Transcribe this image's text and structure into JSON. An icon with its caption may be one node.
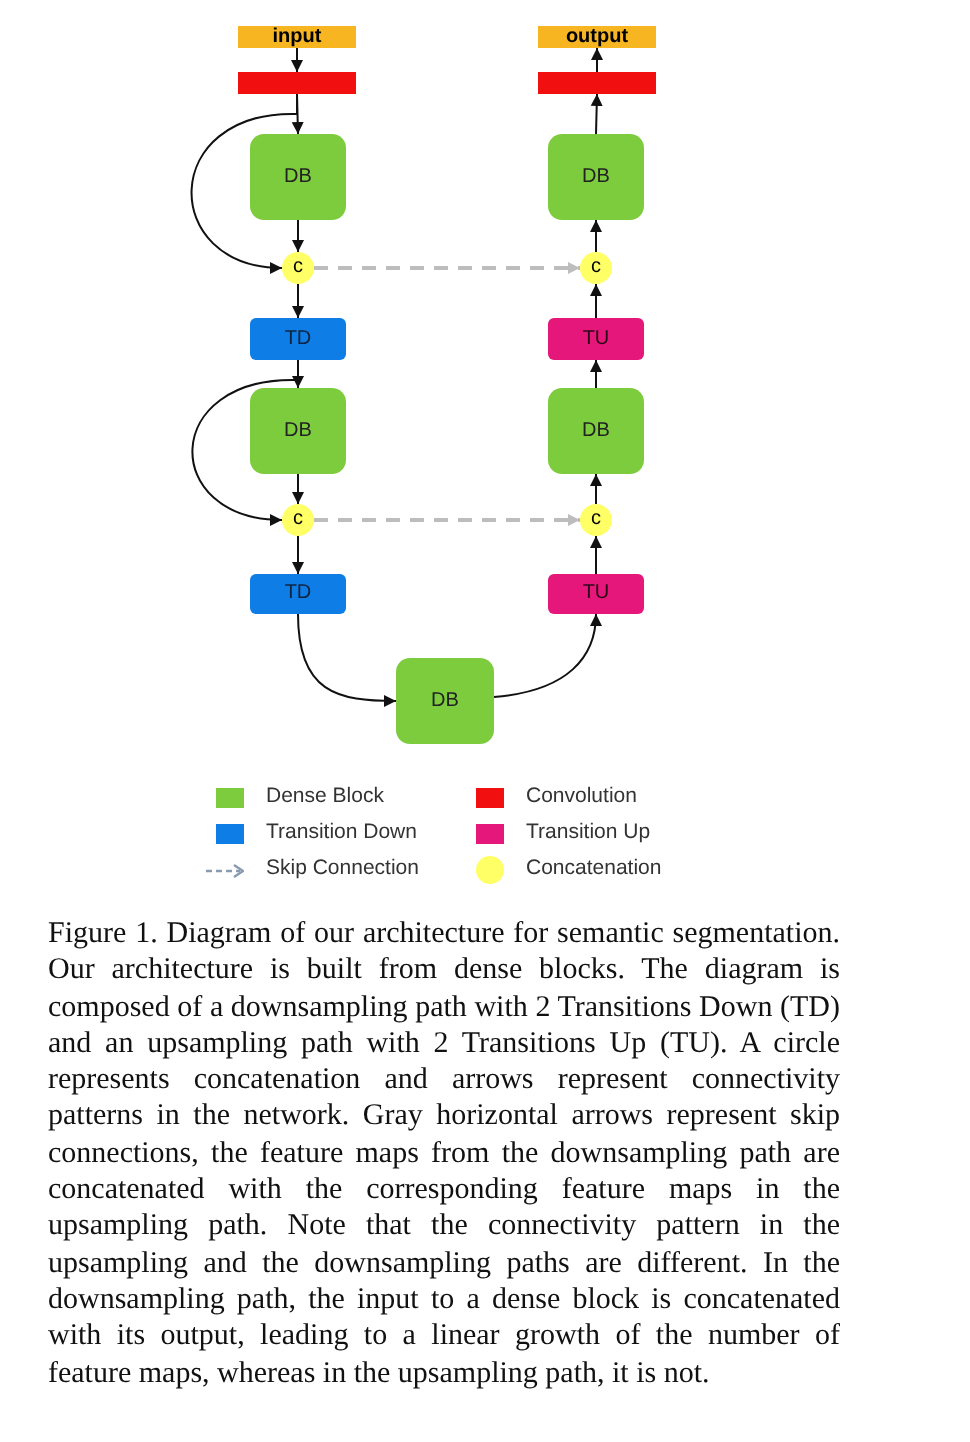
{
  "diagram": {
    "caption": "Figure 1. Diagram of our architecture for semantic segmentation. Our architecture is built from dense blocks. The diagram is composed of a downsampling path with 2 Transitions Down (TD) and an upsampling path with 2 Transitions Up (TU). A circle represents concatenation and arrows represent connectivity patterns in the network. Gray horizontal arrows represent skip connections, the feature maps from the downsampling path are concatenated with the corresponding feature maps in the upsampling path. Note that the connectivity pattern in the upsampling and the downsampling paths are different. In the downsampling path, the input to a dense block is concatenated with its output, leading to a linear growth of the number of feature maps, whereas in the upsampling path, it is not.",
    "nodes": [
      {
        "text": [
          "input"
        ]
      },
      {
        "text": [
          "output"
        ]
      },
      {
        "text": [],
        "shape": "box"
      },
      {
        "text": [],
        "shape": "box"
      },
      {
        "text": [
          "DB"
        ]
      },
      {
        "text": [
          "DB"
        ]
      },
      {
        "text": [
          "c"
        ]
      },
      {
        "text": [
          "c"
        ]
      },
      {
        "text": [
          "TD"
        ]
      },
      {
        "text": [
          "TU"
        ]
      },
      {
        "text": [
          "DB"
        ]
      },
      {
        "text": [
          "DB"
        ]
      },
      {
        "text": [
          "c"
        ]
      },
      {
        "text": [
          "c"
        ]
      },
      {
        "text": [
          "TD"
        ]
      },
      {
        "text": [
          "TU"
        ]
      },
      {
        "text": [
          "DB"
        ]
      }
    ],
    "edges": [
      {
        "from": 0,
        "to": 2,
        "arrow": "to"
      },
      {
        "from": 2,
        "to": 4,
        "arrow": "to"
      },
      {
        "from": 2,
        "to": 6,
        "arrow": "to"
      },
      {
        "from": 4,
        "to": 6,
        "arrow": "to"
      },
      {
        "from": 6,
        "to": 8,
        "arrow": "to"
      },
      {
        "from": 6,
        "to": 7,
        "arrow": "to",
        "style": "dashed",
        "color": "#bdbdbd"
      },
      {
        "from": 8,
        "to": 10,
        "arrow": "to"
      },
      {
        "from": 8,
        "to": 12,
        "arrow": "to"
      },
      {
        "from": 10,
        "to": 12,
        "arrow": "to"
      },
      {
        "from": 12,
        "to": 14,
        "arrow": "to"
      },
      {
        "from": 12,
        "to": 13,
        "arrow": "to",
        "style": "dashed",
        "color": "#bdbdbd"
      },
      {
        "from": 14,
        "to": 16,
        "arrow": "to"
      },
      {
        "from": 16,
        "to": 15,
        "arrow": "to"
      },
      {
        "from": 15,
        "to": 13,
        "arrow": "to"
      },
      {
        "from": 13,
        "to": 11,
        "arrow": "to"
      },
      {
        "from": 11,
        "to": 9,
        "arrow": "to"
      },
      {
        "from": 9,
        "to": 7,
        "arrow": "to"
      },
      {
        "from": 7,
        "to": 5,
        "arrow": "to"
      },
      {
        "from": 5,
        "to": 3,
        "arrow": "to"
      },
      {
        "from": 3,
        "to": 1,
        "arrow": "to"
      }
    ],
    "legend": [
      {
        "text": "Dense Block",
        "color": "#7dcc3e"
      },
      {
        "text": "Convolution",
        "color": "#f20f0f"
      },
      {
        "text": "Transition Down",
        "color": "#0f7de6"
      },
      {
        "text": "Transition Up",
        "color": "#e6177b"
      },
      {
        "text": "Skip Connection"
      },
      {
        "text": "Concatenation",
        "color": "#ffff66"
      }
    ]
  }
}
